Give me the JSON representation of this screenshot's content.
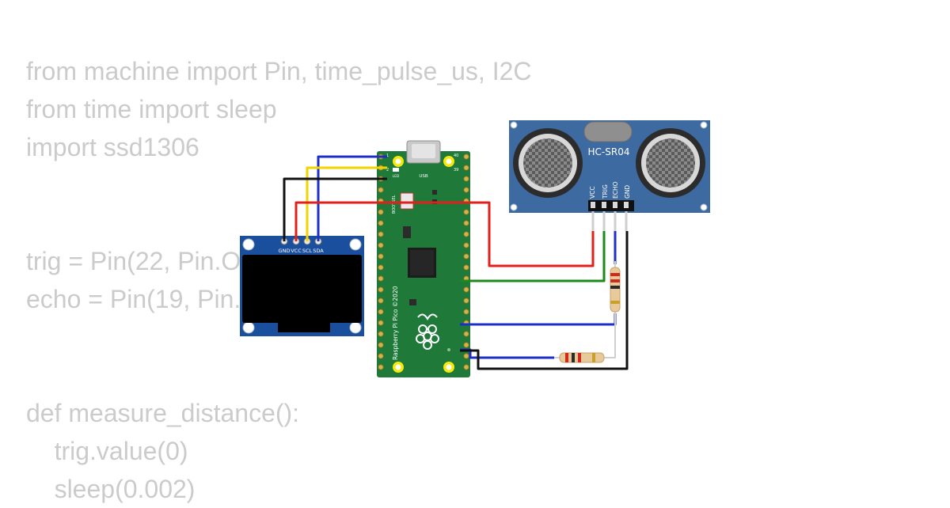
{
  "code_lines": [
    "from machine import Pin, time_pulse_us, I2C",
    "from time import sleep",
    "import ssd1306",
    "",
    "",
    "trig = Pin(22, Pin.O",
    "echo = Pin(19, Pin.",
    "",
    "",
    "def measure_distance():",
    "    trig.value(0)",
    "    sleep(0.002)"
  ],
  "oled": {
    "pin_labels": [
      "GND",
      "VCC",
      "SCL",
      "SDA"
    ]
  },
  "pico": {
    "label": "Raspberry Pi Pico ©2020",
    "usb_label": "USB",
    "led_label": "LED",
    "bootsel_label": "BOOTSEL",
    "pin1_label": "1",
    "pin2_label": "2",
    "pin39_label": "39",
    "pin40_label": "40"
  },
  "sensor": {
    "model": "HC-SR04",
    "pin_labels": [
      "VCC",
      "TRIG",
      "ECHO",
      "GND"
    ]
  },
  "colors": {
    "wire_red": "#e0201b",
    "wire_green": "#1a8a1a",
    "wire_blue": "#1e2fc8",
    "wire_yellow": "#f2d400",
    "wire_black": "#111111",
    "pico_green": "#1f7a3a",
    "sensor_blue": "#3d6aa0",
    "oled_blue": "#1a4f9e",
    "code_text": "#cbcbcb"
  }
}
